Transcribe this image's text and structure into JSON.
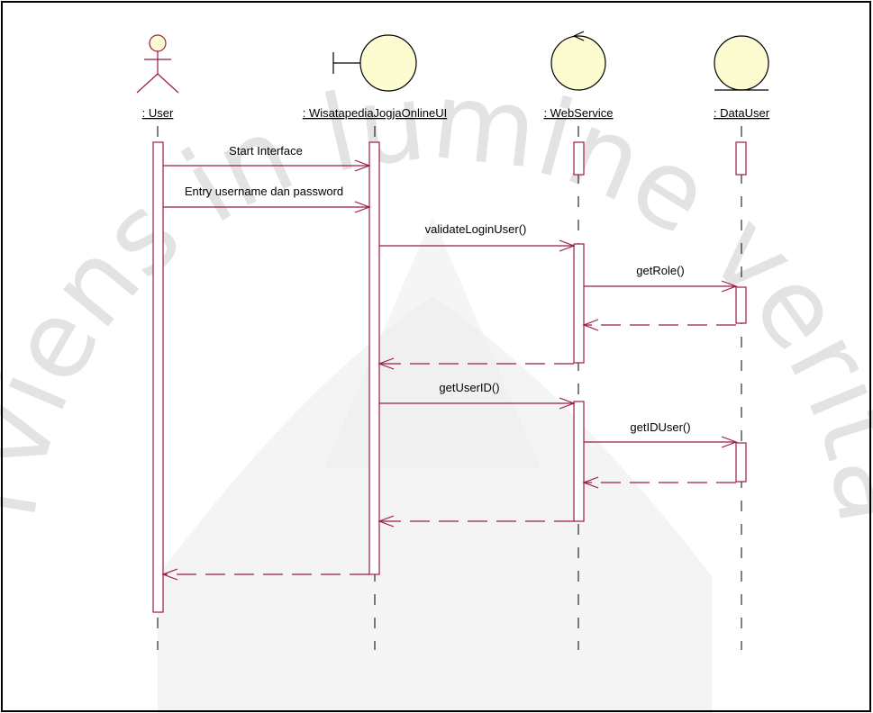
{
  "diagram": {
    "watermark": {
      "text": "Serviens in lumine veritatis",
      "color": "#c8c8c8"
    },
    "colors": {
      "line": "#9b1c45",
      "actor_fill": "#fdfbd0",
      "border": "#000000"
    },
    "lifelines": [
      {
        "id": "user",
        "name": ": User",
        "kind": "actor"
      },
      {
        "id": "ui",
        "name": ": WisatapediaJogjaOnlineUI",
        "kind": "boundary"
      },
      {
        "id": "ws",
        "name": ": WebService",
        "kind": "control"
      },
      {
        "id": "du",
        "name": ": DataUser",
        "kind": "entity"
      }
    ],
    "messages": [
      {
        "label": "Start Interface",
        "from": "user",
        "to": "ui",
        "type": "sync"
      },
      {
        "label": "Entry username dan password",
        "from": "user",
        "to": "ui",
        "type": "sync"
      },
      {
        "label": "validateLoginUser()",
        "from": "ui",
        "to": "ws",
        "type": "sync"
      },
      {
        "label": "getRole()",
        "from": "ws",
        "to": "du",
        "type": "sync"
      },
      {
        "label": "",
        "from": "du",
        "to": "ws",
        "type": "return"
      },
      {
        "label": "",
        "from": "ws",
        "to": "ui",
        "type": "return"
      },
      {
        "label": "getUserID()",
        "from": "ui",
        "to": "ws",
        "type": "sync"
      },
      {
        "label": "getIDUser()",
        "from": "ws",
        "to": "du",
        "type": "sync"
      },
      {
        "label": "",
        "from": "du",
        "to": "ws",
        "type": "return"
      },
      {
        "label": "",
        "from": "ws",
        "to": "ui",
        "type": "return"
      },
      {
        "label": "",
        "from": "ui",
        "to": "user",
        "type": "return"
      }
    ]
  }
}
